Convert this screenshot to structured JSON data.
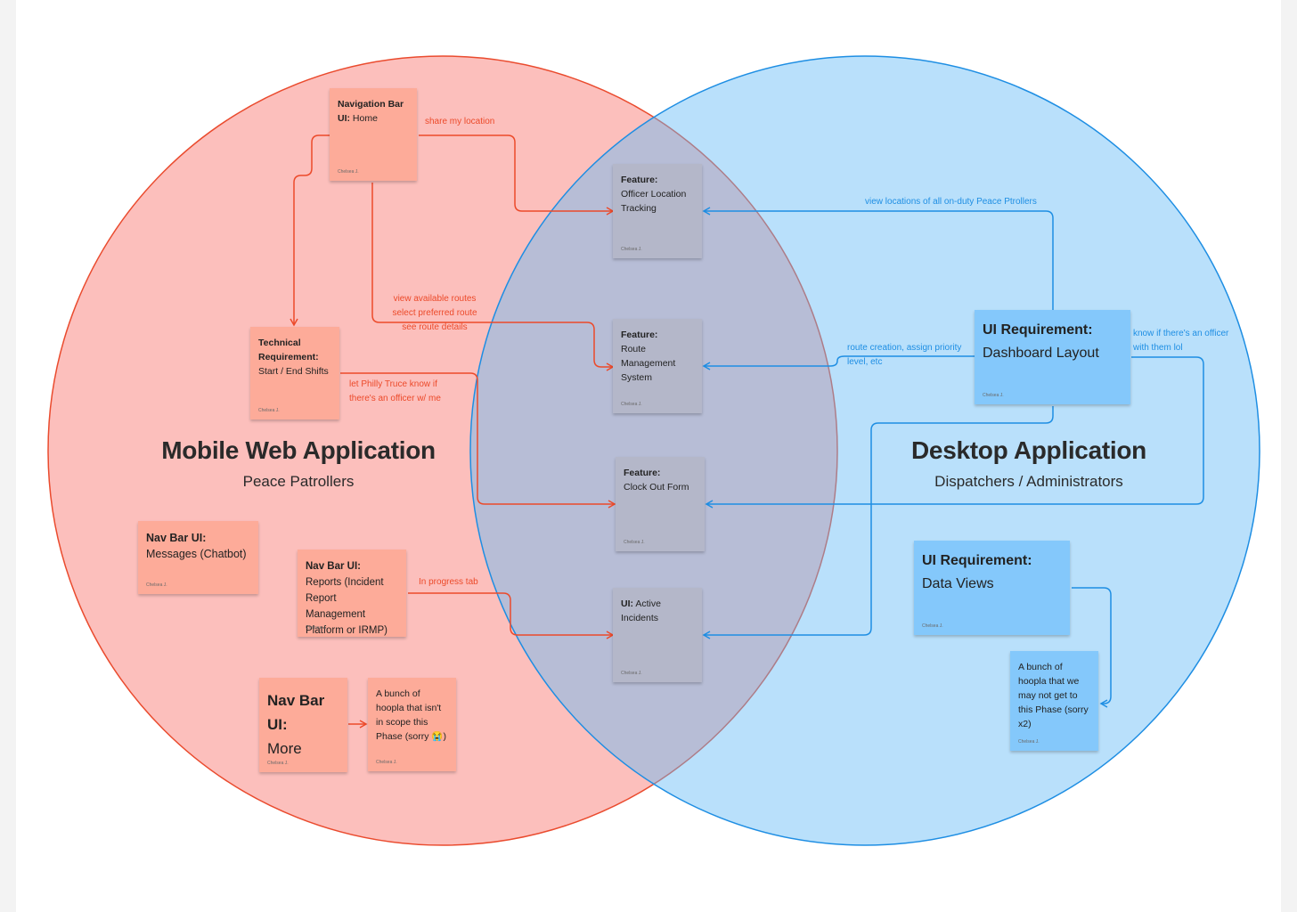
{
  "titles": {
    "mobile": "Mobile Web Application",
    "mobile_sub": "Peace Patrollers",
    "desktop": "Desktop Application",
    "desktop_sub": "Dispatchers / Administrators"
  },
  "notes": {
    "nav_home": {
      "h": "Navigation Bar",
      "h2": "UI:",
      "t": " Home",
      "author": "Chelsea J."
    },
    "tech_req": {
      "h": "Technical Requirement:",
      "t": "Start / End Shifts",
      "author": "Chelsea J."
    },
    "nav_messages": {
      "h": "Nav Bar UI:",
      "t": "Messages (Chatbot)",
      "author": "Chelsea J."
    },
    "nav_reports": {
      "h": "Nav Bar UI:",
      "t": " Reports (Incident Report Management Platform or IRMP)",
      "author": "Chelsea J."
    },
    "nav_more": {
      "h": "Nav Bar UI:",
      "t": " More",
      "author": "Chelsea J."
    },
    "hoopla_mobile": {
      "t": "A bunch of hoopla that isn't in scope this Phase (sorry 😭)",
      "author": "Chelsea J."
    },
    "feat_location": {
      "h": "Feature:",
      "t": "Officer Location Tracking",
      "author": "Chelsea J."
    },
    "feat_route": {
      "h": "Feature:",
      "t": "Route Management System",
      "author": "Chelsea J."
    },
    "feat_clockout": {
      "h": "Feature:",
      "t": "Clock Out Form",
      "author": "Chelsea J."
    },
    "ui_active": {
      "h": "UI:",
      "t": " Active Incidents",
      "author": "Chelsea J."
    },
    "ui_dashboard": {
      "h": "UI Requirement:",
      "t": "Dashboard Layout",
      "author": "Chelsea J."
    },
    "ui_dataviews": {
      "h": "UI Requirement:",
      "t": "Data Views",
      "author": "Chelsea J."
    },
    "hoopla_desktop": {
      "t": "A bunch of hoopla that we may not get to this Phase (sorry x2)",
      "author": "Chelsea J."
    }
  },
  "labels": {
    "share_location": "share my location",
    "routes_1": "view available routes",
    "routes_2": "select preferred route",
    "routes_3": "see route details",
    "truce_1": "let Philly Truce know if",
    "truce_2": "there's an officer w/ me",
    "in_progress": "In progress tab",
    "view_locations": "view locations of all on-duty Peace Ptrollers",
    "route_creation_1": "route creation, assign priority",
    "route_creation_2": "level, etc",
    "know_officer_1": "know if there's an officer",
    "know_officer_2": "with them lol"
  },
  "colors": {
    "mobile_circle": "#f8716a",
    "desktop_circle": "#63baf7",
    "red_arrow": "#ec4a2a",
    "blue_arrow": "#1e8ee3",
    "red_note": "#fdab99",
    "gray_note": "#b4b7c9",
    "blue_note": "#84c8fb"
  }
}
